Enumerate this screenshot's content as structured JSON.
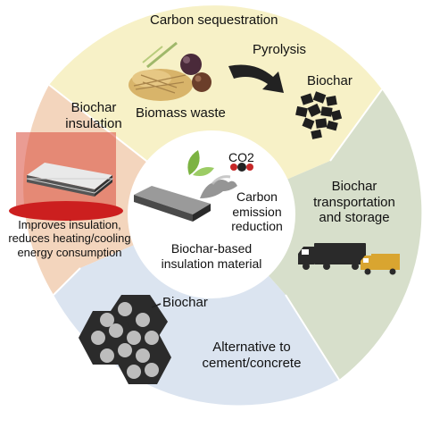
{
  "segments": {
    "top": {
      "title": "Carbon sequestration",
      "biomass_label": "Biomass waste",
      "pyrolysis_label": "Pyrolysis",
      "biochar_label": "Biochar"
    },
    "right": {
      "title": "Biochar transportation and storage"
    },
    "bottom": {
      "biochar_label": "Biochar",
      "title": "Alternative to cement/concrete"
    },
    "left": {
      "title": "Biochar insulation",
      "caption": "Improves insulation, reduces heating/cooling energy consumption"
    }
  },
  "center": {
    "co2": "CO2",
    "emission_label": "Carbon emission reduction",
    "title": "Biochar-based insulation material"
  },
  "colors": {
    "top": "#f7f1c7",
    "right": "#d7dfcb",
    "bottom": "#dbe4f0",
    "left": "#f3d5bd",
    "center": "#ffffff",
    "leaf": "#7cb342",
    "red": "#c62828",
    "biochar": "#1f1f1f"
  }
}
